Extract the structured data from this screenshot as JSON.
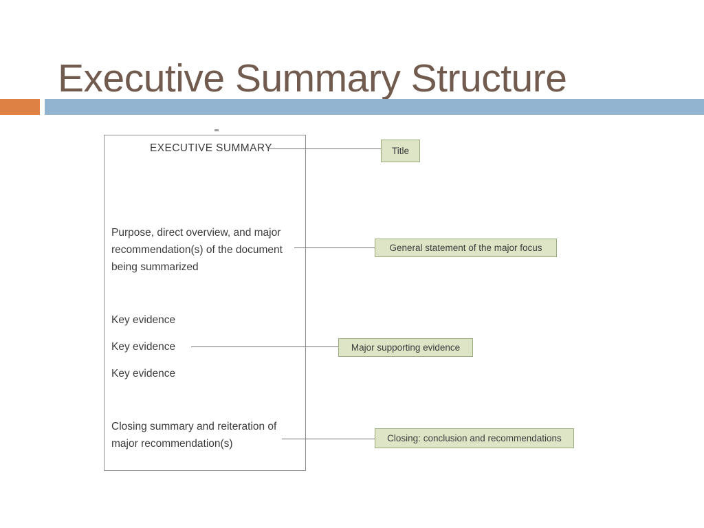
{
  "slide": {
    "title": "Executive Summary Structure",
    "accent_orange": "#dd8244",
    "accent_blue": "#92b4d1",
    "title_color": "#715b4e"
  },
  "diagram": {
    "document": {
      "heading": "EXECUTIVE SUMMARY",
      "blocks": [
        {
          "id": "purpose",
          "text": "Purpose, direct overview, and major recommendation(s) of the document being summarized"
        },
        {
          "id": "evidence-1",
          "text": "Key evidence"
        },
        {
          "id": "evidence-2",
          "text": "Key evidence"
        },
        {
          "id": "evidence-3",
          "text": "Key evidence"
        },
        {
          "id": "closing",
          "text": "Closing summary and reiteration of major recommendation(s)"
        }
      ]
    },
    "callouts": [
      {
        "id": "title",
        "label": "Title"
      },
      {
        "id": "general",
        "label": "General statement of the major focus"
      },
      {
        "id": "evidence",
        "label": "Major supporting evidence"
      },
      {
        "id": "closing",
        "label": "Closing: conclusion and recommendations"
      }
    ],
    "callout_fill": "#dde5c6",
    "callout_border": "#9aab7e",
    "frame_border": "#8d8d8d"
  }
}
